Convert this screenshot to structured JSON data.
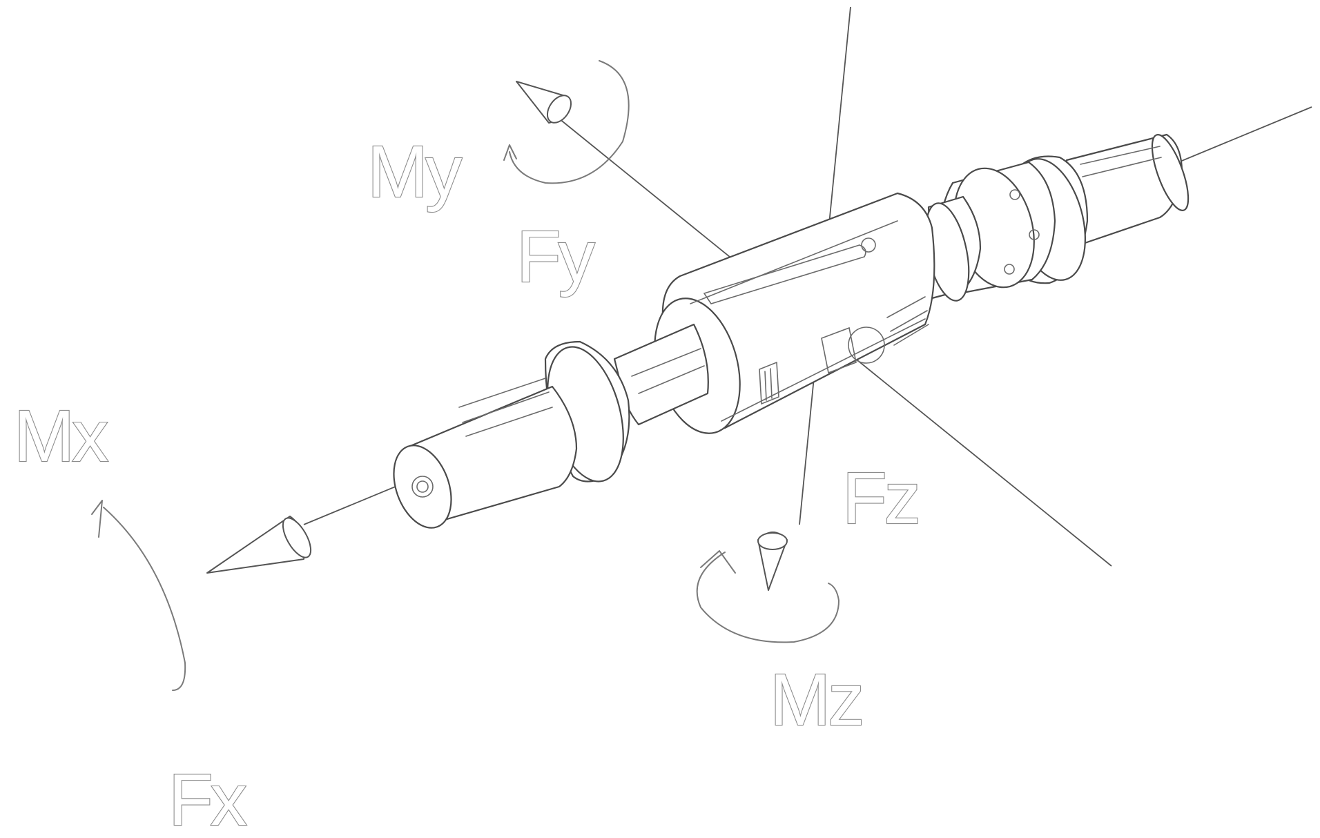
{
  "labels": {
    "my": "My",
    "fy": "Fy",
    "mx": "Mx",
    "fz": "Fz",
    "mz": "Mz",
    "fx": "Fx"
  }
}
